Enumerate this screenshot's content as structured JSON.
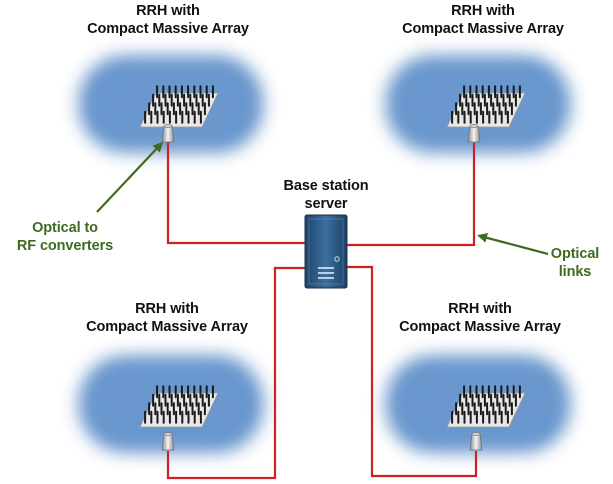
{
  "colors": {
    "cloud": "#5d8ec8",
    "link": "#cc2222",
    "server_body": "#2c5a85",
    "arrow": "#3f6a1f",
    "annotation_text": "#3f6a1f"
  },
  "rrh_nodes": [
    {
      "id": "top-left",
      "title_line1": "RRH with",
      "title_line2": "Compact Massive Array"
    },
    {
      "id": "top-right",
      "title_line1": "RRH with",
      "title_line2": "Compact Massive Array"
    },
    {
      "id": "bottom-left",
      "title_line1": "RRH with",
      "title_line2": "Compact Massive Array"
    },
    {
      "id": "bottom-right",
      "title_line1": "RRH with",
      "title_line2": "Compact Massive Array"
    }
  ],
  "server": {
    "label_line1": "Base station",
    "label_line2": "server",
    "icon": "server-icon"
  },
  "annotations": {
    "converter_line1": "Optical to",
    "converter_line2": "RF converters",
    "links_line1": "Optical",
    "links_line2": "links"
  }
}
